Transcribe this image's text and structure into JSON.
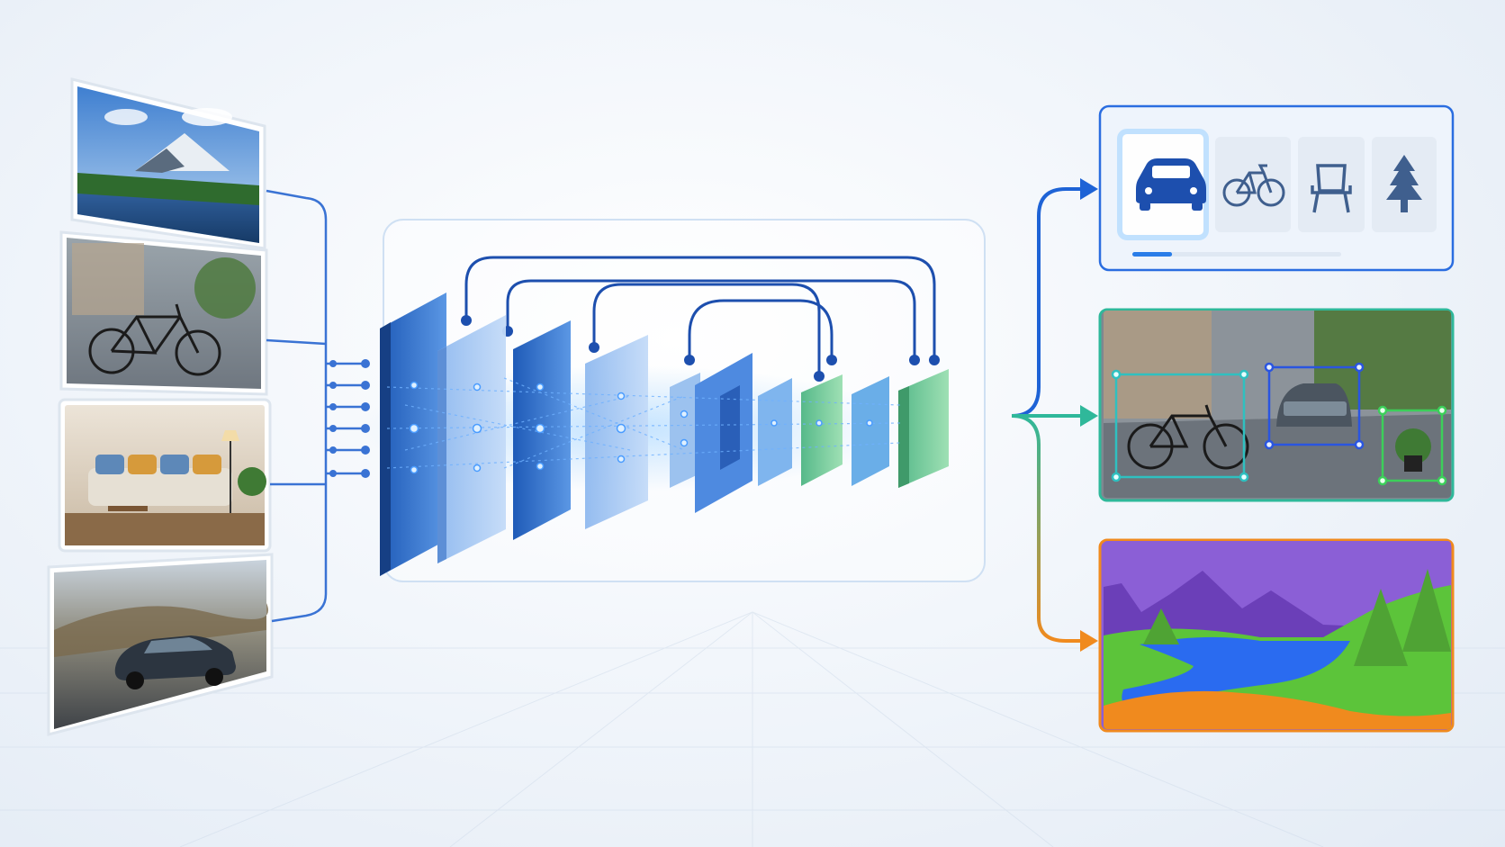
{
  "diagram": {
    "inputs": [
      {
        "name": "mountain-lake-image",
        "scene": "mountain-lake"
      },
      {
        "name": "bicycle-street-image",
        "scene": "bicycle-street"
      },
      {
        "name": "living-room-image",
        "scene": "living-room"
      },
      {
        "name": "car-road-image",
        "scene": "car-road"
      }
    ],
    "network": {
      "layer_count": 10,
      "skip_connection_count": 4
    },
    "outputs": [
      {
        "name": "classification-panel",
        "accent": "#1e63d6",
        "classes": [
          {
            "icon": "car-icon",
            "selected": true
          },
          {
            "icon": "bicycle-icon",
            "selected": false
          },
          {
            "icon": "chair-icon",
            "selected": false
          },
          {
            "icon": "tree-icon",
            "selected": false
          }
        ],
        "confidence": 0.19
      },
      {
        "name": "detection-panel",
        "accent": "#2fb89a",
        "boxes": [
          {
            "object": "bicycle",
            "color": "#2fc0c0"
          },
          {
            "object": "car",
            "color": "#2a55e0"
          },
          {
            "object": "plant",
            "color": "#3ccf5a"
          }
        ]
      },
      {
        "name": "segmentation-panel",
        "accent": "#f08a1e",
        "regions": [
          {
            "class": "sky",
            "color": "#8b5fd6"
          },
          {
            "class": "mountain",
            "color": "#6b3fb8"
          },
          {
            "class": "water",
            "color": "#2a6bf0"
          },
          {
            "class": "vegetation",
            "color": "#5cc43a"
          },
          {
            "class": "ground",
            "color": "#f08a1e"
          }
        ]
      }
    ],
    "colors": {
      "input_connector": "#3a73d4",
      "network_blue": "#2f6fd0",
      "network_green": "#5cc27a",
      "output_blue": "#1e63d6",
      "output_teal": "#2fb89a",
      "output_orange": "#f08a1e"
    }
  }
}
